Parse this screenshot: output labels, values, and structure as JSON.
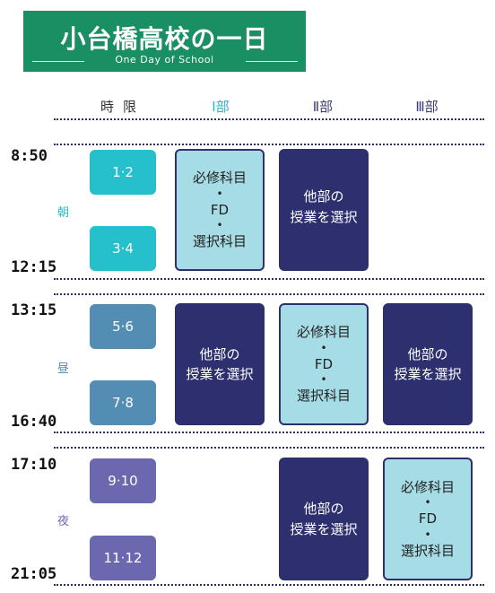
{
  "banner": {
    "title": "小台橋高校の一日",
    "subtitle": "One Day of School"
  },
  "headers": {
    "time": "時限",
    "part1": "Ⅰ部",
    "part2": "Ⅱ部",
    "part3": "Ⅲ部"
  },
  "sections": {
    "morning": {
      "label": "朝",
      "start": "8:50",
      "end": "12:15",
      "period_a": "1·2",
      "period_b": "3·4"
    },
    "noon": {
      "label": "昼",
      "start": "13:15",
      "end": "16:40",
      "period_a": "5·6",
      "period_b": "7·8"
    },
    "night": {
      "label": "夜",
      "start": "17:10",
      "end": "21:05",
      "period_a": "9·10",
      "period_b": "11·12"
    }
  },
  "blocks": {
    "required_line1": "必修科目",
    "bullet": "•",
    "fd": "FD",
    "elective": "選択科目",
    "other_line1": "他部の",
    "other_line2": "授業を選択"
  },
  "colors": {
    "banner": "#1a8f63",
    "morning": "#26bfcc",
    "noon": "#548db4",
    "night": "#6b68b0",
    "dark_block": "#2e2f6e",
    "light_block": "#a6dce6"
  }
}
